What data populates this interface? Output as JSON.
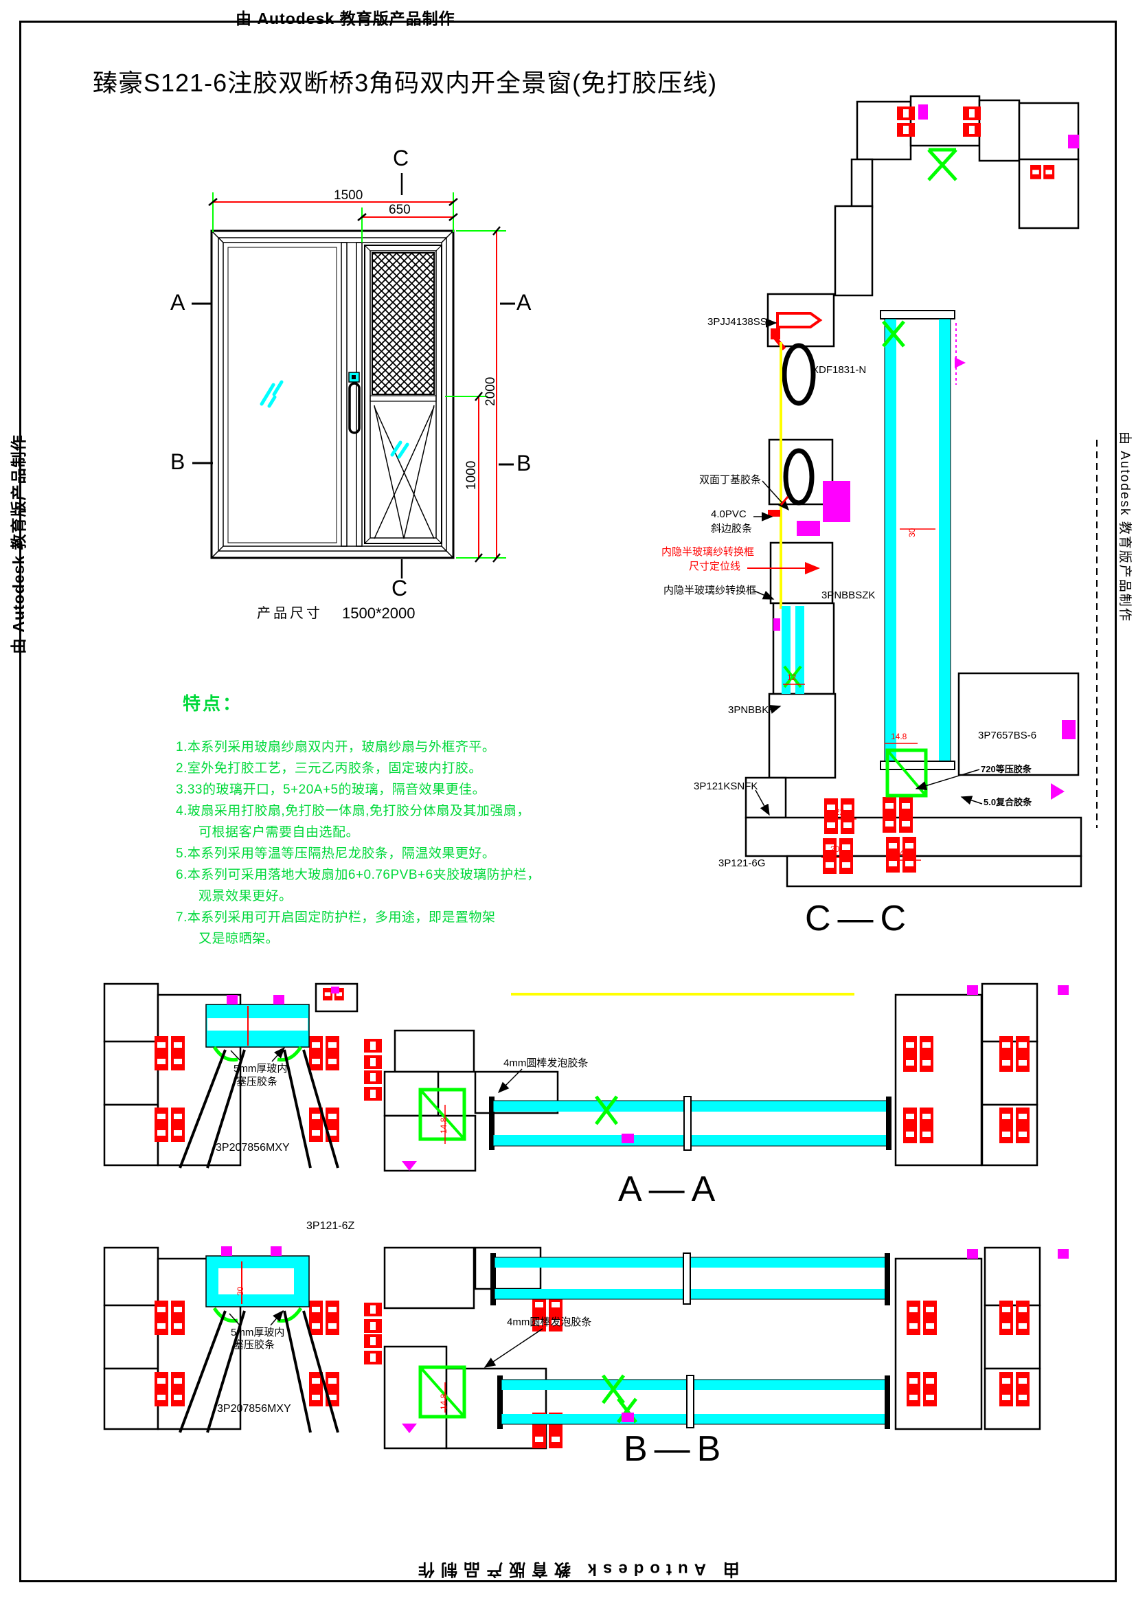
{
  "page": {
    "watermark": "由 Autodesk 教育版产品制作",
    "title": "臻豪S121-6注胶双断桥3角码双内开全景窗(免打胶压线)"
  },
  "elevation": {
    "dims": {
      "total_width": "1500",
      "sash_width": "650",
      "total_height": "2000",
      "sash_height": "1000"
    },
    "markers": {
      "a": "A",
      "b": "B",
      "c": "C"
    },
    "product_size_label": "产品尺寸",
    "product_size_value": "1500*2000"
  },
  "features": {
    "heading": "特点：",
    "items": [
      "1.本系列采用玻扇纱扇双内开，玻扇纱扇与外框齐平。",
      "2.室外免打胶工艺，三元乙丙胶条，固定玻内打胶。",
      "3.33的玻璃开口，5+20A+5的玻璃，隔音效果更佳。",
      "4.玻扇采用打胶扇,免打胶一体扇,免打胶分体扇及其加强扇，",
      "可根据客户需要自由选配。",
      "5.本系列采用等温等压隔热尼龙胶条，隔温效果更好。",
      "6.本系列可采用落地大玻扇加6+0.76PVB+6夹胶玻璃防护栏，",
      "观景效果更好。",
      "7.本系列采用可开启固定防护栏，多用途，即是置物架",
      "又是晾晒架。"
    ]
  },
  "section_cc": {
    "title": "C—C",
    "labels": {
      "pjj": "3PJJ4138SS",
      "xdf": "XDF1831-N",
      "butyl": "双面丁基胶条",
      "pvc1": "4.0PVC",
      "pvc2": "斜边胶条",
      "hidden_red1": "内隐半玻璃纱转换框",
      "hidden_red2": "尺寸定位线",
      "hidden_black": "内隐半玻璃纱转换框",
      "pnbbszk": "3PNBBSZK",
      "pnbbk": "3PNBBK",
      "p7657": "3P7657BS-6",
      "strip720": "720等压胶条",
      "ksnfk": "3P121KSNFK",
      "strip50": "5.0复合胶条",
      "p1216g": "3P121-6G"
    },
    "dims": {
      "glass": "30",
      "d12": "12",
      "d148a": "14.8",
      "d22": "22",
      "d20": "20",
      "d148b": "14.8"
    }
  },
  "section_aa": {
    "title": "A—A",
    "labels": {
      "glaz1": "5mm厚玻内",
      "glaz2": "塞压胶条",
      "foam": "4mm圆棒发泡胶条",
      "part": "3P207856MXY"
    },
    "dims": {
      "d148": "14.8"
    }
  },
  "section_bb": {
    "title": "B—B",
    "labels": {
      "p1216z": "3P121-6Z",
      "glaz1": "5mm厚玻内",
      "glaz2": "塞压胶条",
      "foam": "4mm圆棒发泡胶条",
      "part": "3P207856MXY"
    },
    "dims": {
      "glass": "30",
      "d148": "14.8"
    }
  }
}
